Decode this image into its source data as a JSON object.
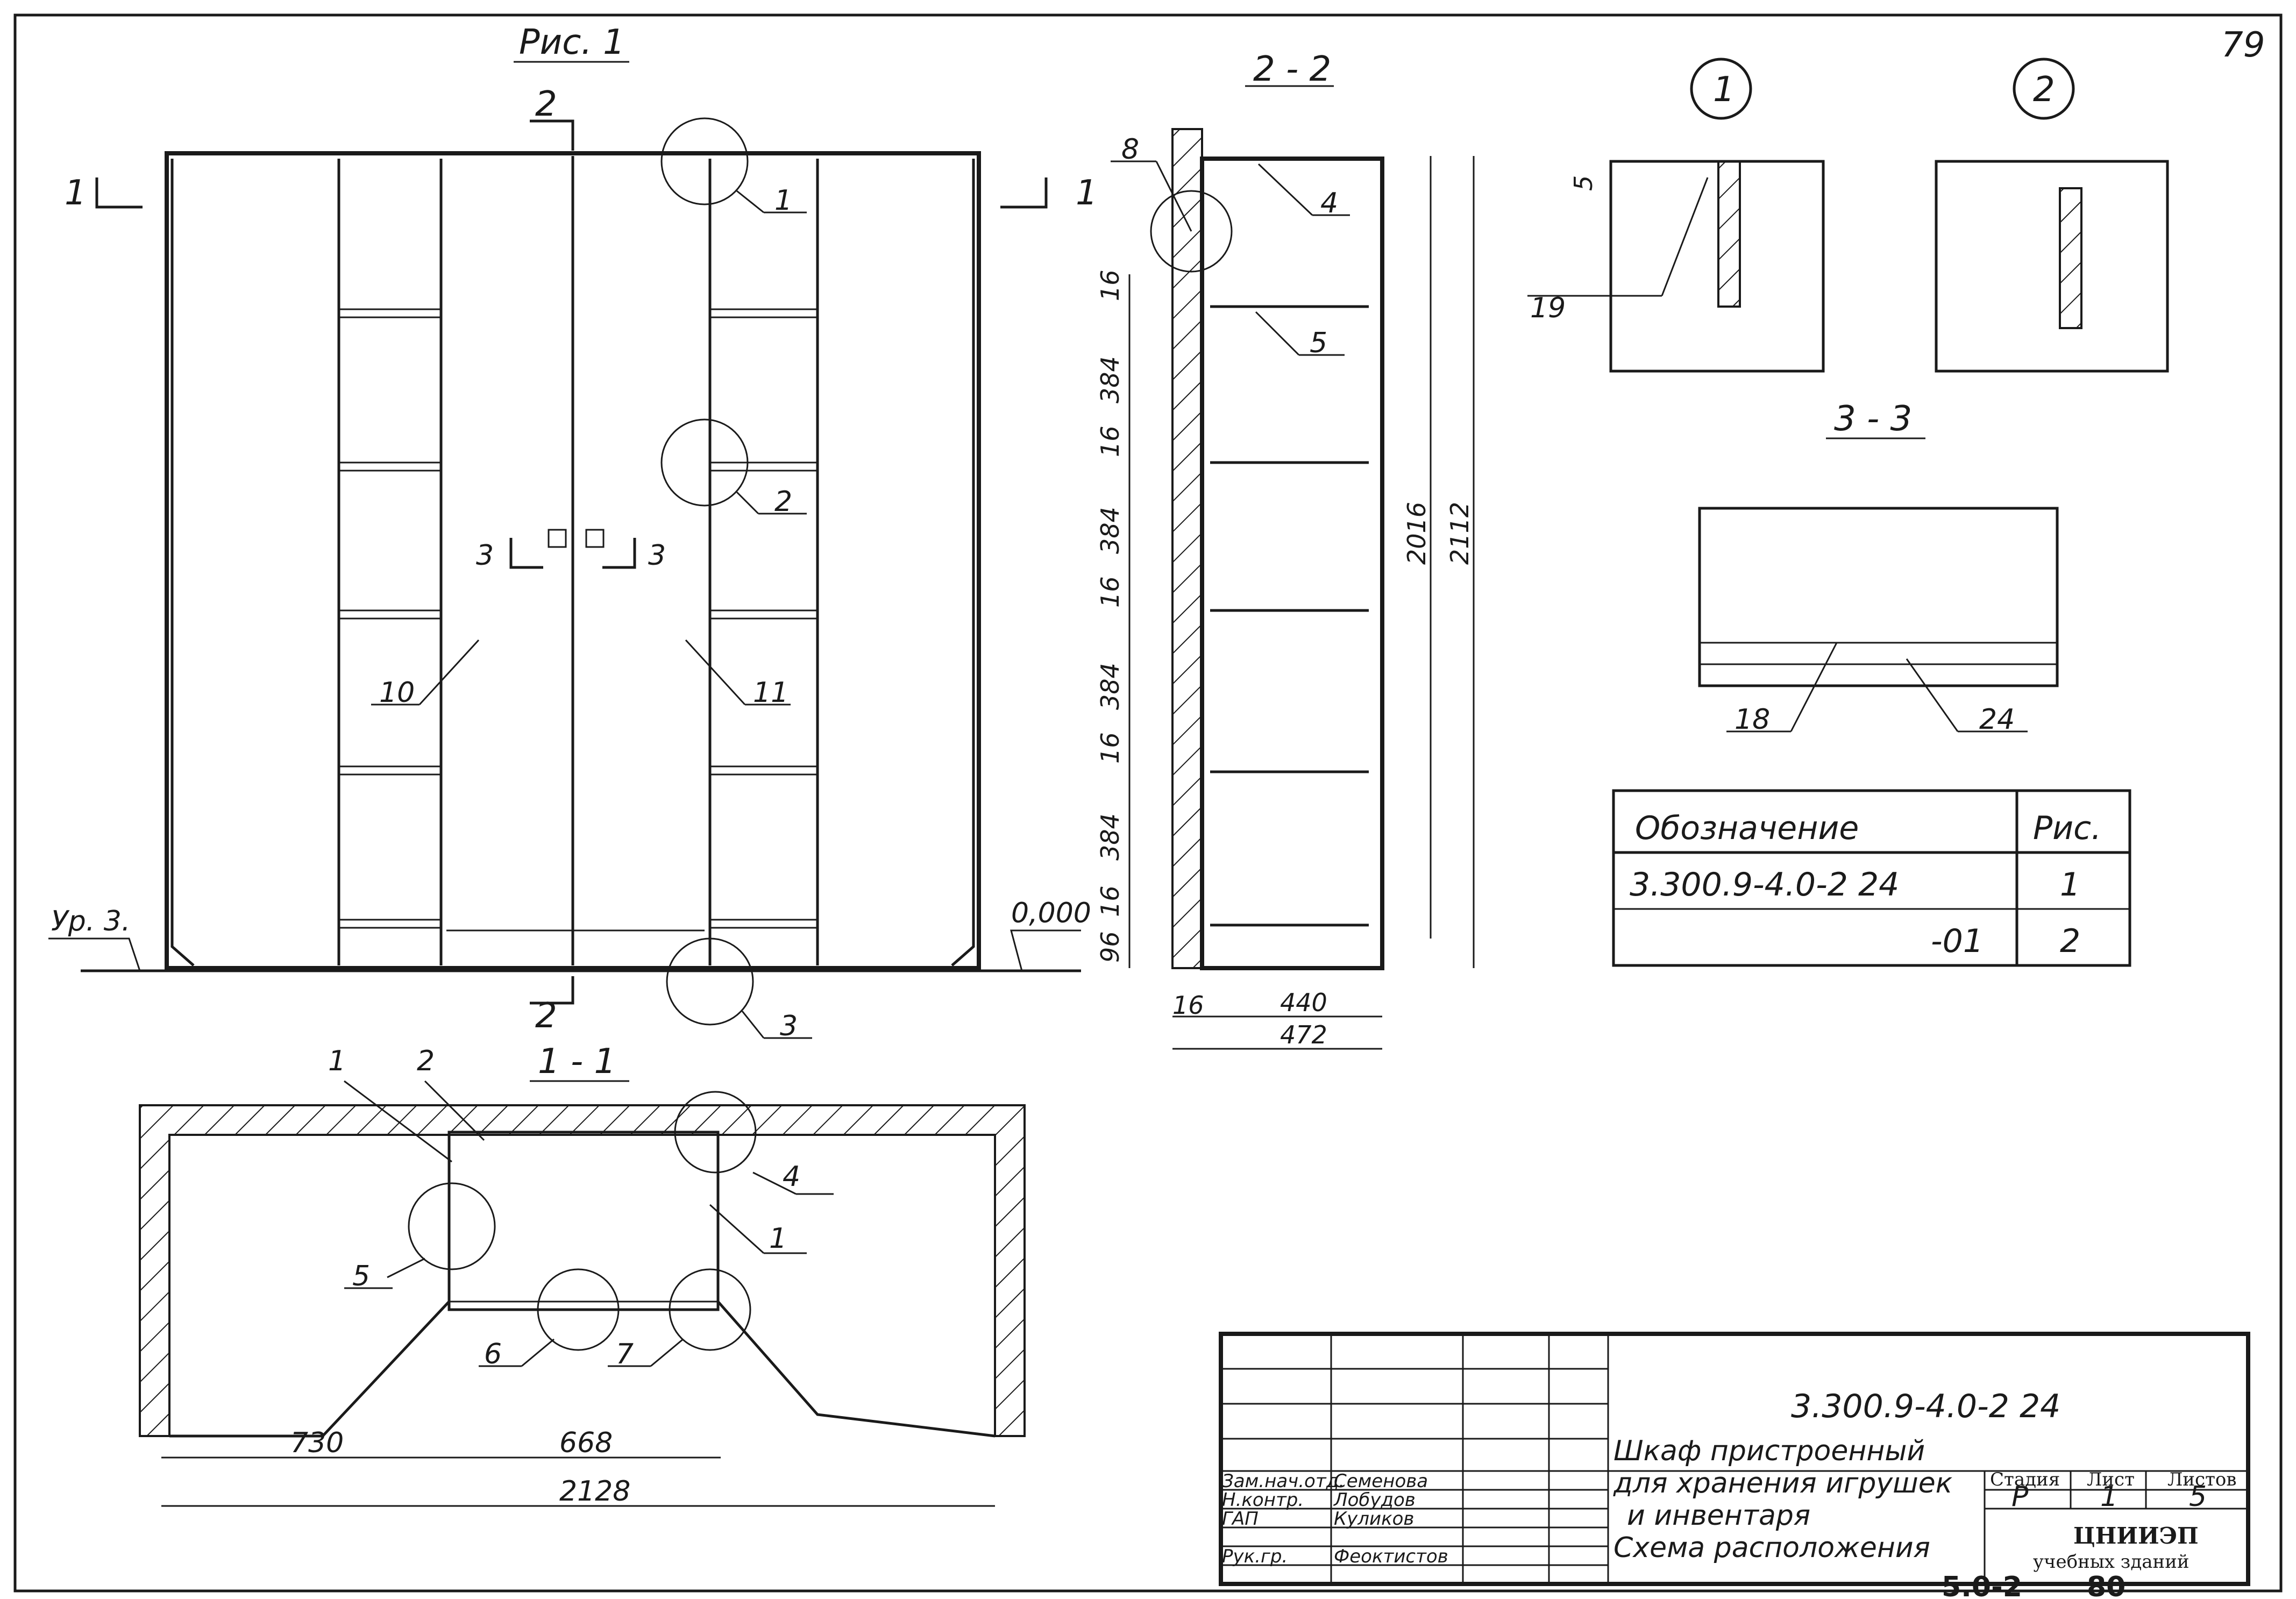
{
  "sheet": {
    "page_number": "79",
    "bottom_code": "5.0-2",
    "bottom_page": "80"
  },
  "fig1": {
    "title": "Рис. 1",
    "section_marks": [
      "1",
      "1",
      "2",
      "2",
      "3",
      "3"
    ],
    "callouts": [
      "1",
      "2",
      "3",
      "10",
      "11"
    ],
    "level_left": "Ур. 3.",
    "level_right": "0,000"
  },
  "section_2_2": {
    "title": "2 - 2",
    "callouts": [
      "8",
      "4",
      "5"
    ],
    "dims_vertical": [
      "16",
      "384",
      "16",
      "384",
      "16",
      "384",
      "16",
      "384",
      "16",
      "96"
    ],
    "dim_2016": "2016",
    "dim_2112": "2112",
    "dim_16": "16",
    "dim_440": "440",
    "dim_472": "472"
  },
  "node_1": {
    "title": "1",
    "dim": "5",
    "callout": "19"
  },
  "node_2": {
    "title": "2"
  },
  "section_3_3": {
    "title": "3 - 3",
    "callouts": [
      "18",
      "24"
    ]
  },
  "section_1_1": {
    "title": "1 - 1",
    "callouts": [
      "1",
      "2",
      "4",
      "1",
      "5",
      "6",
      "7"
    ],
    "dims": [
      "730",
      "668",
      "2128"
    ]
  },
  "spec_table": {
    "headers": [
      "Обозначение",
      "Рис."
    ],
    "rows": [
      [
        "3.300.9-4.0-2 24",
        "1"
      ],
      [
        "-01",
        "2"
      ]
    ]
  },
  "title_block": {
    "code": "3.300.9-4.0-2 24",
    "name_lines": [
      "Шкаф пристроенный",
      "для хранения игрушек",
      "и инвентаря",
      "Схема расположения"
    ],
    "stage_label": "Стадия",
    "sheet_label": "Лист",
    "sheets_label": "Листов",
    "stage": "Р",
    "sheet": "1",
    "sheets": "5",
    "org_line1": "ЦНИИЭП",
    "org_line2": "учебных зданий",
    "people": [
      {
        "role": "Зам.нач.отд.",
        "name": "Семенова"
      },
      {
        "role": "Н.контр.",
        "name": "Лобудов"
      },
      {
        "role": "ГАП",
        "name": "Куликов"
      },
      {
        "role": "Рук.гр.",
        "name": "Феоктистов"
      }
    ]
  }
}
